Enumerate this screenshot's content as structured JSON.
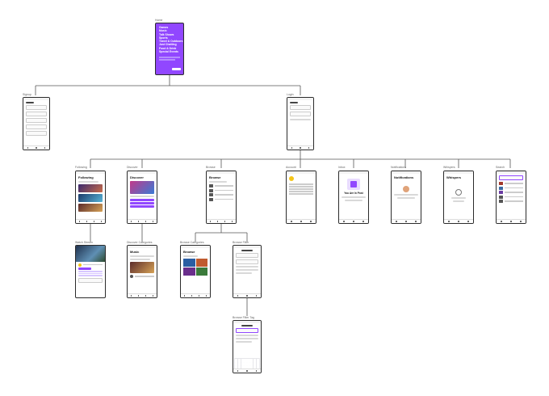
{
  "root": {
    "label": "Home",
    "items": [
      "Games",
      "Music",
      "Talk Shows",
      "Sports",
      "Travel & Outdoors",
      "Just Chatting",
      "Food & Drink",
      "Special Events"
    ]
  },
  "screens": {
    "signup": {
      "label": "Signup"
    },
    "login": {
      "label": "Login"
    },
    "following": {
      "label": "Following",
      "title": "Following"
    },
    "discover": {
      "label": "Discover",
      "title": "Discover"
    },
    "browse": {
      "label": "Browse",
      "title": "Browse"
    },
    "account": {
      "label": "Account"
    },
    "inbox": {
      "label": "Inbox",
      "heading": "You Are In Post"
    },
    "notifications": {
      "label": "Notifications",
      "title": "Notifications"
    },
    "whispers": {
      "label": "Whispers",
      "title": "Whispers"
    },
    "search": {
      "label": "Search"
    },
    "watch_stream": {
      "label": "Watch Stream"
    },
    "discover_categories": {
      "label": "Discover Categories",
      "title": "Music"
    },
    "browse_categories": {
      "label": "Browse Categories",
      "title": "Browse"
    },
    "browse_filter": {
      "label": "Browse Filter"
    },
    "browse_filter_tag": {
      "label": "Browse Filter Tag"
    }
  },
  "colors": {
    "accent": "#9147ff",
    "wire": "#555555",
    "frame": "#2b2b2b"
  }
}
